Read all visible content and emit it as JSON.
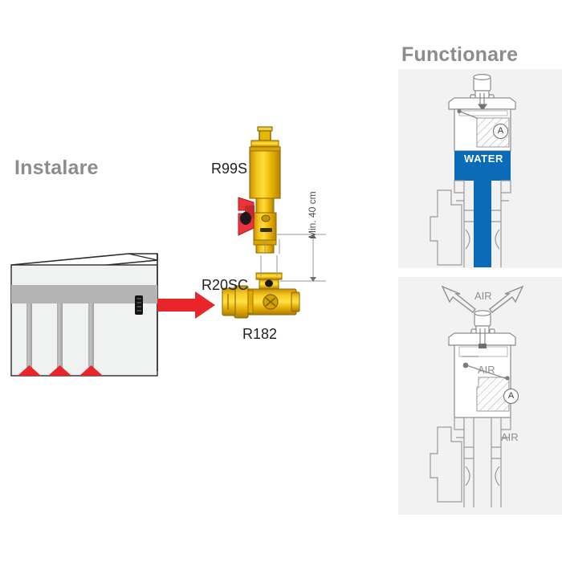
{
  "headings": {
    "install": "Instalare",
    "operation": "Functionare"
  },
  "install_section": {
    "labels": {
      "air_vent": "R99S",
      "shutoff": "R20SC",
      "body": "R182"
    },
    "dimension": {
      "text": "Min. 40 cm",
      "value": 40,
      "unit": "cm",
      "qualifier": "Min."
    },
    "manifold": {
      "pipe_count": 3,
      "flow_arrow": "red-right-arrow"
    }
  },
  "operation_section": {
    "panels": [
      {
        "name": "water-panel",
        "state_label": "WATER",
        "float_marker": "A",
        "fill_color": "#0a6cb8"
      },
      {
        "name": "air-panel",
        "state_label": "AIR",
        "air_labels": [
          "AIR",
          "AIR",
          "AIR"
        ],
        "float_marker": "A",
        "arrows": [
          "arrow-up-left",
          "arrow-up-right"
        ]
      }
    ]
  },
  "colors": {
    "heading_gray": "#8c8c8c",
    "panel_bg": "#f2f2f2",
    "brass": "#e8b800",
    "brass_dark": "#b8860b",
    "water_blue": "#0a6cb8",
    "accent_red": "#e8252a",
    "line_gray": "#9a9a9a",
    "text_dark": "#1f1f1f"
  }
}
